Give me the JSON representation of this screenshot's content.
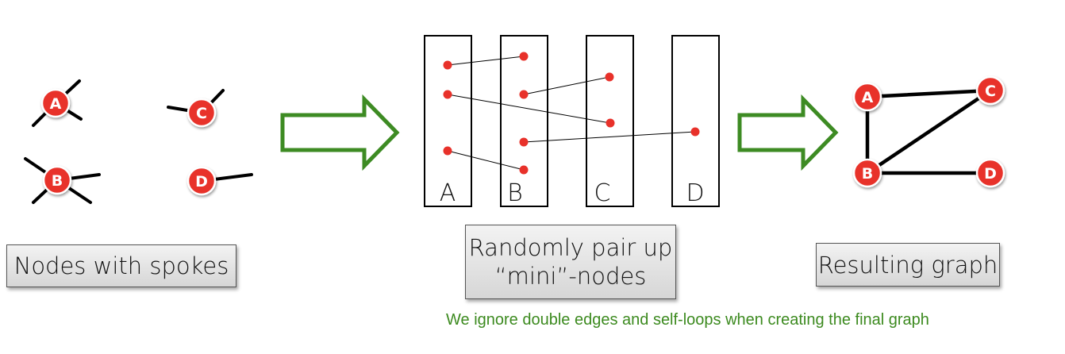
{
  "left_panel": {
    "nodes": [
      {
        "id": "A",
        "label": "A"
      },
      {
        "id": "B",
        "label": "B"
      },
      {
        "id": "C",
        "label": "C"
      },
      {
        "id": "D",
        "label": "D"
      }
    ],
    "caption": "Nodes with spokes"
  },
  "middle_panel": {
    "columns": [
      {
        "id": "A",
        "label": "A"
      },
      {
        "id": "B",
        "label": "B"
      },
      {
        "id": "C",
        "label": "C"
      },
      {
        "id": "D",
        "label": "D"
      }
    ],
    "caption_line1": "Randomly pair up",
    "caption_line2": "“mini”-nodes"
  },
  "right_panel": {
    "nodes": [
      {
        "id": "A",
        "label": "A"
      },
      {
        "id": "B",
        "label": "B"
      },
      {
        "id": "C",
        "label": "C"
      },
      {
        "id": "D",
        "label": "D"
      }
    ],
    "edges": [
      [
        "A",
        "C"
      ],
      [
        "A",
        "B"
      ],
      [
        "B",
        "C"
      ],
      [
        "B",
        "D"
      ]
    ],
    "caption": "Resulting graph"
  },
  "note": "We ignore double edges and self-loops when creating the final graph",
  "colors": {
    "node": "#e8312a",
    "edge": "#000000",
    "arrow": "#3d8b23",
    "note": "#3c8a1f"
  }
}
